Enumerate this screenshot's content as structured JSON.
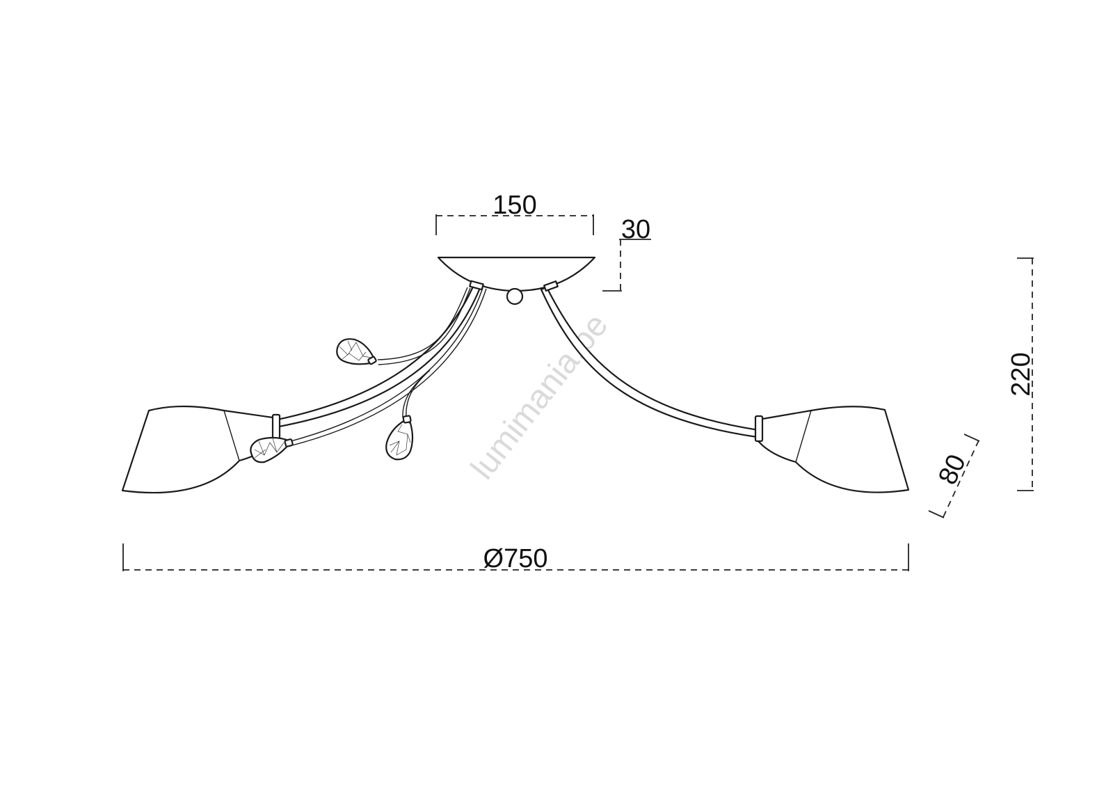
{
  "dimensions": {
    "canopy_width": "150",
    "canopy_height": "30",
    "total_height": "220",
    "shade_height": "80",
    "diameter": "Ø750"
  },
  "watermark": "lumimania.be",
  "colors": {
    "line": "#1a1a1a",
    "watermark": "#dadada",
    "background": "#ffffff"
  }
}
